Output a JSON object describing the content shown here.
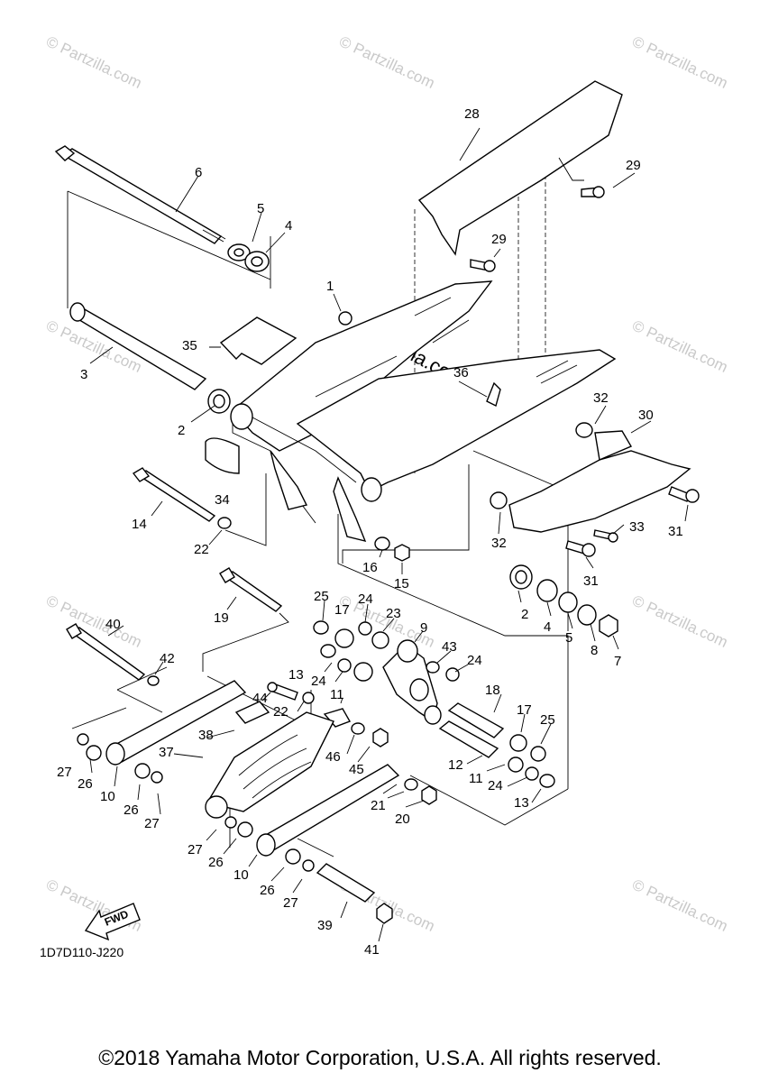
{
  "watermark": {
    "text": "© Partzilla.com",
    "center_text": "Partzilla.com"
  },
  "diagram_code": "1D7D110-J220",
  "fwd_label": "FWD",
  "copyright": "©2018 Yamaha Motor Corporation, U.S.A. All rights reserved.",
  "callouts": [
    "1",
    "2",
    "2",
    "3",
    "4",
    "4",
    "5",
    "5",
    "6",
    "7",
    "8",
    "9",
    "10",
    "10",
    "11",
    "11",
    "12",
    "13",
    "13",
    "14",
    "15",
    "16",
    "17",
    "17",
    "18",
    "19",
    "20",
    "21",
    "22",
    "22",
    "23",
    "24",
    "24",
    "24",
    "24",
    "25",
    "25",
    "26",
    "26",
    "26",
    "26",
    "27",
    "27",
    "27",
    "27",
    "28",
    "29",
    "29",
    "30",
    "31",
    "31",
    "32",
    "32",
    "33",
    "34",
    "35",
    "36",
    "37",
    "38",
    "39",
    "40",
    "41",
    "42",
    "43",
    "44",
    "45",
    "46"
  ]
}
